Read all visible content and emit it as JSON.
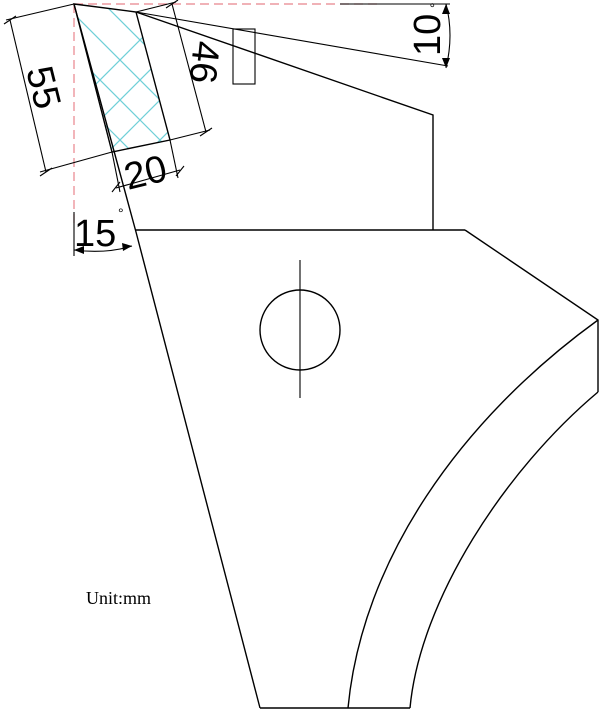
{
  "dimensions": {
    "blade_length": "55",
    "blade_width": "20",
    "blade_depth": "46",
    "rake_angle": "15",
    "clearance_angle": "10",
    "degree_mark": "°"
  },
  "unit_label": "Unit:mm",
  "colors": {
    "outline": "#000000",
    "reference_line": "#e8848c",
    "hatch": "#6fcfd8"
  }
}
